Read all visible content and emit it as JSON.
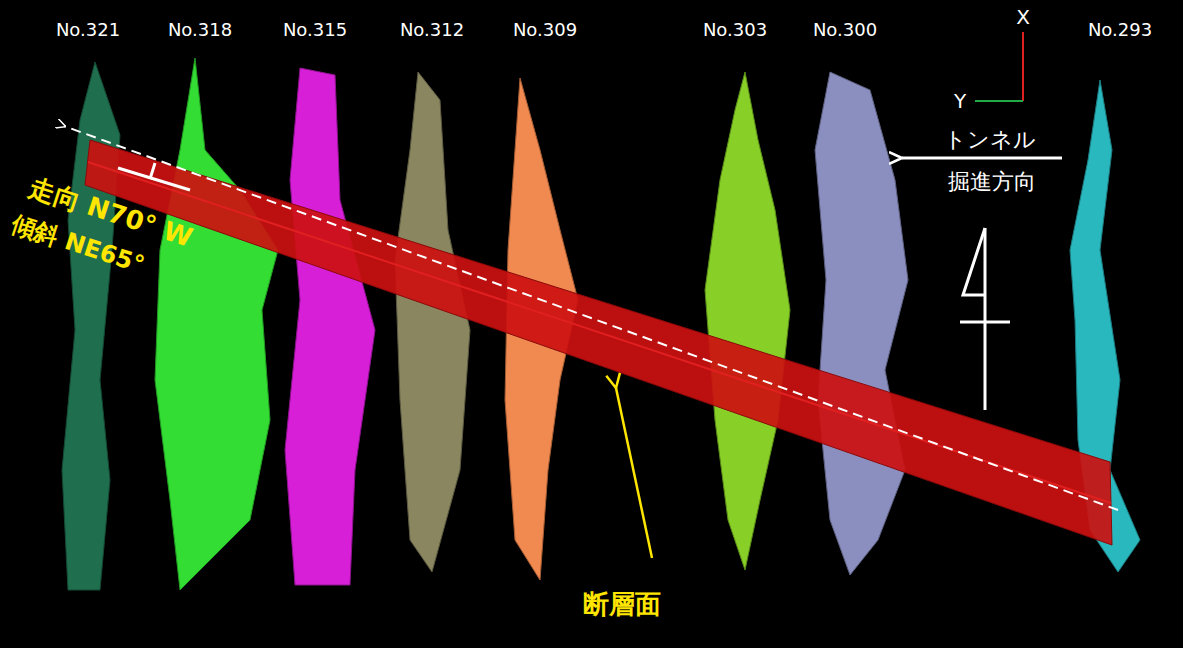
{
  "diagram": {
    "labels": [
      "No.321",
      "No.318",
      "No.315",
      "No.312",
      "No.309",
      "No.303",
      "No.300",
      "No.293",
      "X",
      "Y",
      "トンネル",
      "掘進方向",
      "走向 N70° W",
      "傾斜 NE65°",
      "断層面"
    ]
  }
}
